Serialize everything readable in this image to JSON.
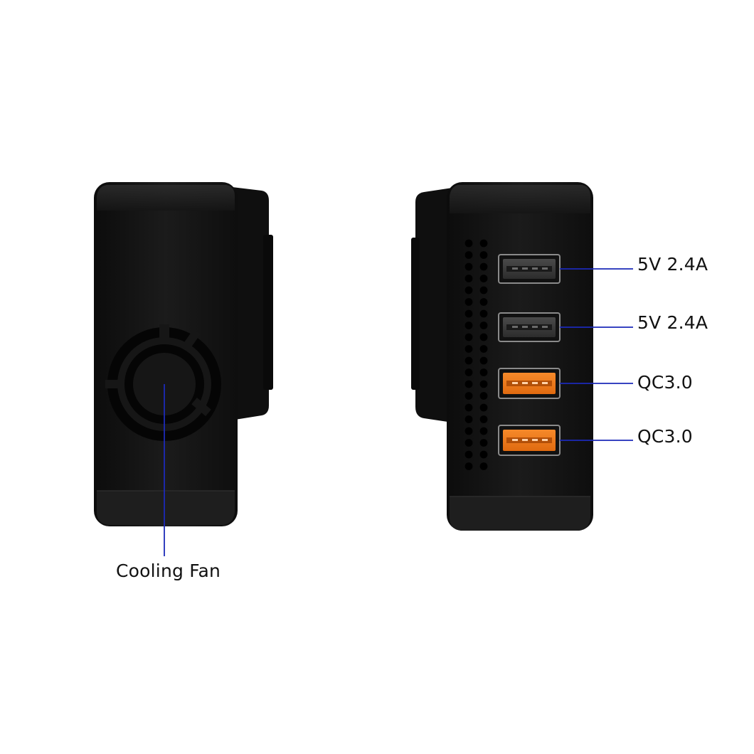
{
  "labels": {
    "fan": "Cooling Fan",
    "ports": [
      "5V 2.4A",
      "5V 2.4A",
      "QC3.0",
      "QC3.0"
    ]
  },
  "colors": {
    "body": "#141414",
    "body_edge": "#2a2a2a",
    "callout_line": "#1c2ab8",
    "qc_port": "#f07b1e",
    "std_port": "#3a3a3a",
    "background": "#ffffff"
  },
  "ports": [
    {
      "type": "standard-usb",
      "color": "gray"
    },
    {
      "type": "standard-usb",
      "color": "gray"
    },
    {
      "type": "quick-charge-usb",
      "color": "orange"
    },
    {
      "type": "quick-charge-usb",
      "color": "orange"
    }
  ]
}
